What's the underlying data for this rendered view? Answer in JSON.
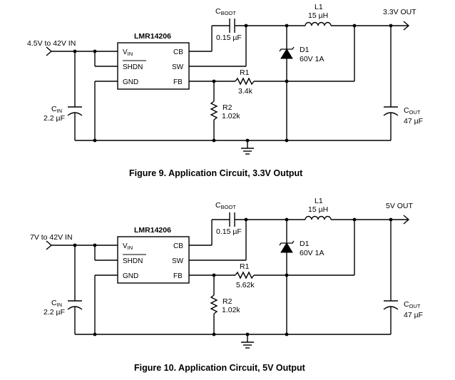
{
  "figures": [
    {
      "caption": "Figure 9.  Application Circuit, 3.3V Output",
      "input_label": "4.5V to 42V IN",
      "output_label": "3.3V OUT",
      "chip": {
        "name": "LMR14206",
        "pins_left": [
          "IN",
          "SHDN",
          "GND"
        ],
        "vin_prefix": "V",
        "pins_right": [
          "CB",
          "SW",
          "FB"
        ]
      },
      "cboot": {
        "name_prefix": "C",
        "name_sub": "BOOT",
        "value": "0.15 µF"
      },
      "inductor": {
        "name": "L1",
        "value": "15 µH"
      },
      "diode": {
        "name": "D1",
        "value": "60V 1A"
      },
      "r1": {
        "name": "R1",
        "value": "3.4k"
      },
      "r2": {
        "name": "R2",
        "value": "1.02k"
      },
      "cin": {
        "name_prefix": "C",
        "name_sub": "IN",
        "value": "2.2 µF"
      },
      "cout": {
        "name_prefix": "C",
        "name_sub": "OUT",
        "value": "47 µF"
      }
    },
    {
      "caption": "Figure 10.  Application Circuit, 5V Output",
      "input_label": "7V to 42V IN",
      "output_label": "5V OUT",
      "chip": {
        "name": "LMR14206",
        "pins_left": [
          "IN",
          "SHDN",
          "GND"
        ],
        "vin_prefix": "V",
        "pins_right": [
          "CB",
          "SW",
          "FB"
        ]
      },
      "cboot": {
        "name_prefix": "C",
        "name_sub": "BOOT",
        "value": "0.15 µF"
      },
      "inductor": {
        "name": "L1",
        "value": "15 µH"
      },
      "diode": {
        "name": "D1",
        "value": "60V 1A"
      },
      "r1": {
        "name": "R1",
        "value": "5.62k"
      },
      "r2": {
        "name": "R2",
        "value": "1.02k"
      },
      "cin": {
        "name_prefix": "C",
        "name_sub": "IN",
        "value": "2.2 µF"
      },
      "cout": {
        "name_prefix": "C",
        "name_sub": "OUT",
        "value": "47 µF"
      }
    }
  ]
}
